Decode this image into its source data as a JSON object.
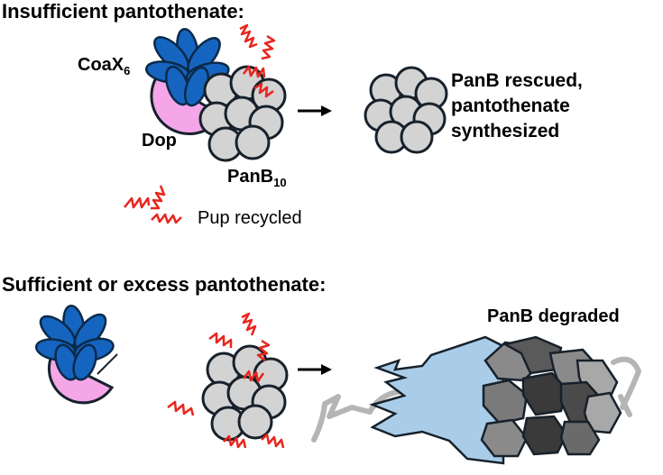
{
  "top_panel": {
    "title": "Insufficient pantothenate:",
    "coax_label": "CoaX",
    "coax_sub": "6",
    "dop_label": "Dop",
    "panb_label": "PanB",
    "panb_sub": "10",
    "rescued_line1": "PanB rescued,",
    "rescued_line2": "pantothenate",
    "rescued_line3": "synthesized",
    "pup_label": "Pup recycled"
  },
  "bottom_panel": {
    "title": "Sufficient or excess pantothenate:",
    "degraded_label": "PanB degraded"
  },
  "colors": {
    "coax_blue": "#1565c0",
    "dop_pink": "#f4a6e8",
    "panb_gray": "#d3d3d3",
    "outline": "#17212b",
    "pup_red": "#e8251d",
    "proteasome_blue": "#a9cde8",
    "unfolded_gray": "#b5b5b5"
  }
}
